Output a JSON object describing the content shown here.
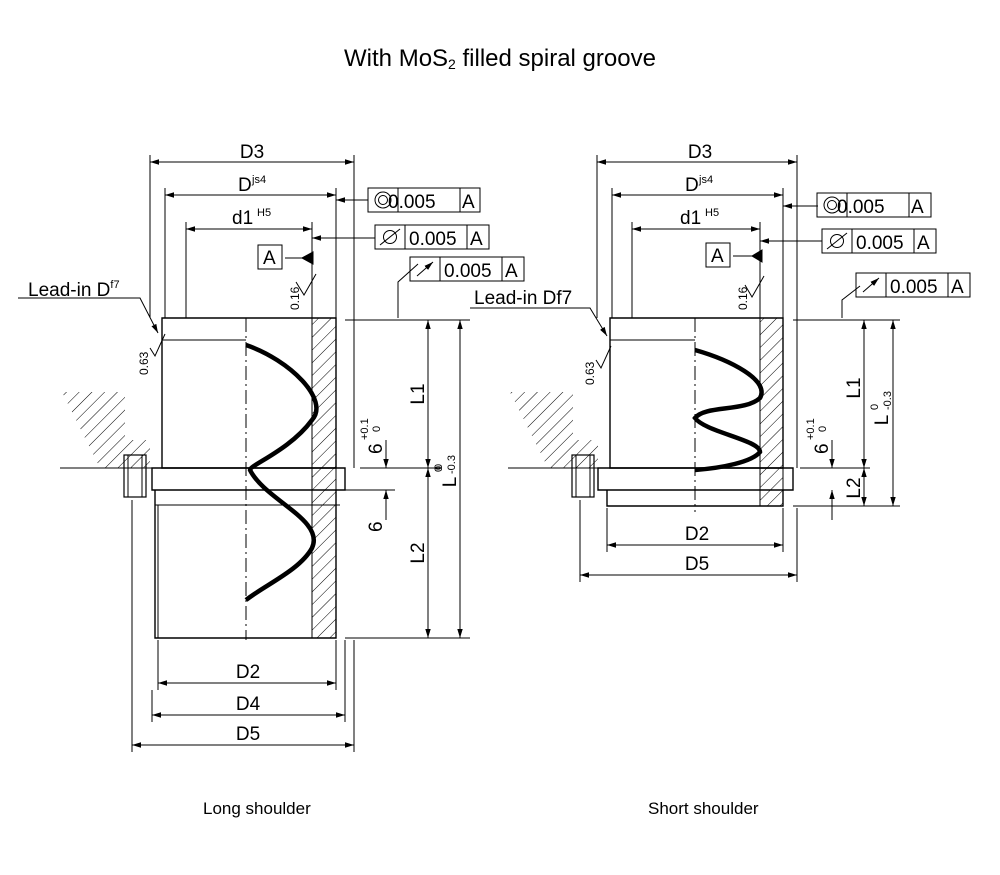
{
  "title": {
    "prefix": "With MoS",
    "sub": "2",
    "suffix": " filled spiral groove"
  },
  "captions": {
    "left": "Long shoulder",
    "right": "Short shoulder"
  },
  "labels": {
    "D3": "D3",
    "D": "D",
    "D_sup": "js4",
    "d1": "d1",
    "d1_sup": "H5",
    "D2": "D2",
    "D4": "D4",
    "D5": "D5",
    "L1": "L1",
    "L2": "L2",
    "L": "L",
    "L_tol_upper": "0",
    "L_tol_lower": "-0.3",
    "six": "6",
    "six_tol_upper": "+0.1",
    "six_tol_lower": "0",
    "zero": "0",
    "datum": "A",
    "tolerance": "0.005",
    "lead_in_left": "Lead-in D",
    "lead_in_left_sup": "f7",
    "lead_in_right": "Lead-in Df7",
    "rough_063": "0.63",
    "rough_016": "0.16"
  }
}
